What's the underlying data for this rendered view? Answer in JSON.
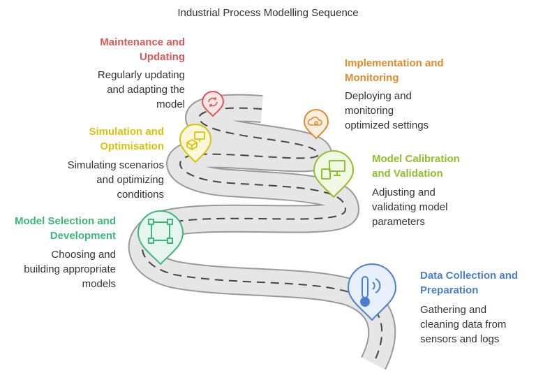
{
  "title": "Industrial Process Modelling Sequence",
  "steps": [
    {
      "title": "Data Collection and\nPreparation",
      "description": "Gathering and\ncleaning data from\nsensors and logs",
      "color": "#4a7fd0",
      "icon": "thermometer-icon"
    },
    {
      "title": "Model Selection and\nDevelopment",
      "description": "Choosing and\nbuilding appropriate\nmodels",
      "color": "#3cb779",
      "icon": "vector-square-icon"
    },
    {
      "title": "Model Calibration\nand Validation",
      "description": "Adjusting and\nvalidating model\nparameters",
      "color": "#8fbf2e",
      "icon": "monitor-icon"
    },
    {
      "title": "Simulation and\nOptimisation",
      "description": "Simulating scenarios\nand optimizing\nconditions",
      "color": "#d9c20b",
      "icon": "simulation-icon"
    },
    {
      "title": "Implementation and\nMonitoring",
      "description": "Deploying and\nmonitoring\noptimized settings",
      "color": "#e08a2b",
      "icon": "cloud-settings-icon"
    },
    {
      "title": "Maintenance and\nUpdating",
      "description": "Regularly updating\nand adapting the\nmodel",
      "color": "#d95757",
      "icon": "refresh-icon"
    }
  ]
}
